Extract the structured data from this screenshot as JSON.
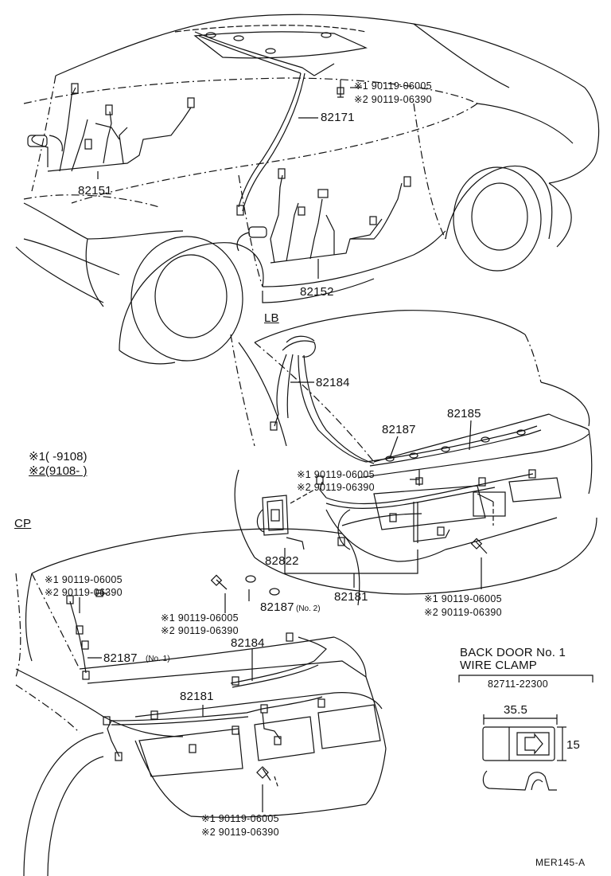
{
  "parts": {
    "p82151": "82151",
    "p82171": "82171",
    "p82152": "82152",
    "p82184_lb": "82184",
    "p82187_lb": "82187",
    "p82185": "82185",
    "p82822": "82822",
    "p82181_lb": "82181",
    "p82187_no2": "82187",
    "p82184_cp": "82184",
    "p82187_no1": "82187",
    "p82181_cp": "82181"
  },
  "notes": {
    "no1": "(No. 1)",
    "no2": "(No. 2)"
  },
  "bolts": {
    "top_1": "※1 90119-06005",
    "top_2": "※2 90119-06390",
    "lb_mid_1": "※1 90119-06005",
    "lb_mid_2": "※2 90119-06390",
    "lb_low_1": "※1  90119-06005",
    "lb_low_2": "※2  90119-06390",
    "cp_left_1": "※1  90119-06005",
    "cp_left_2": "※2  90119-06390",
    "cp_mid_1": "※1 90119-06005",
    "cp_mid_2": "※2 90119-06390",
    "cp_bot_1": "※1  90119-06005",
    "cp_bot_2": "※2  90119-06390"
  },
  "sections": {
    "lb": "LB",
    "cp": "CP"
  },
  "legend": {
    "line1": "※1(      -9108)",
    "line2": "※2(9108-        )"
  },
  "clamp": {
    "title1": "BACK DOOR No. 1",
    "title2": "WIRE CLAMP",
    "part_no": "82711-22300",
    "dim_w": "35.5",
    "dim_h": "15"
  },
  "reference": "MER145-A"
}
